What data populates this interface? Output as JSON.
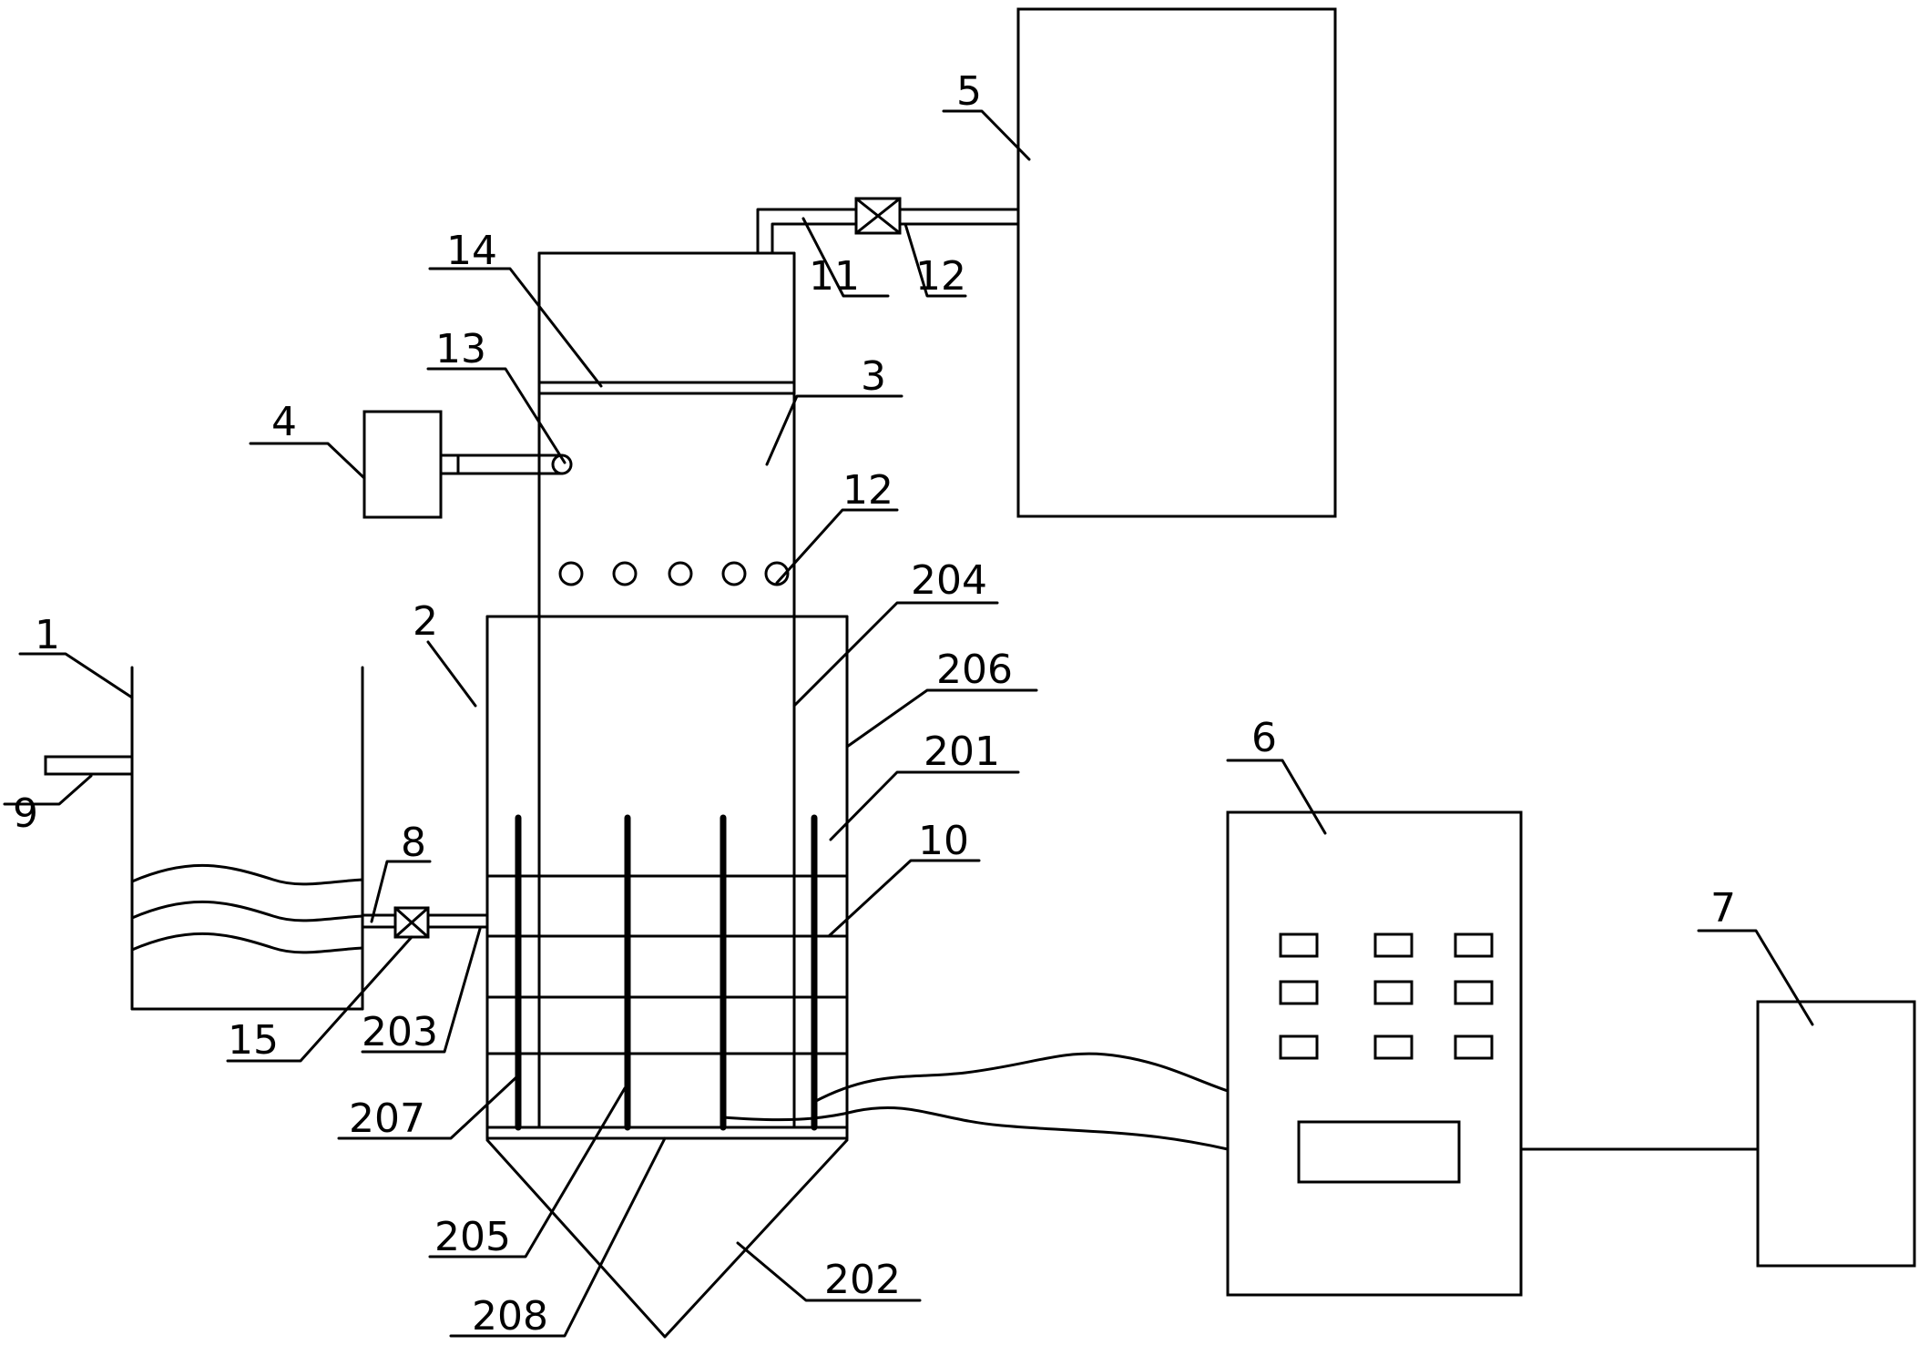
{
  "diagram": {
    "labels": {
      "l1": "1",
      "l2": "2",
      "l3": "3",
      "l4": "4",
      "l5": "5",
      "l6": "6",
      "l7": "7",
      "l8": "8",
      "l9": "9",
      "l10": "10",
      "l11": "11",
      "l12a": "12",
      "l12b": "12",
      "l13": "13",
      "l14": "14",
      "l15": "15",
      "l201": "201",
      "l202": "202",
      "l203": "203",
      "l204": "204",
      "l205": "205",
      "l206": "206",
      "l207": "207",
      "l208": "208"
    }
  }
}
